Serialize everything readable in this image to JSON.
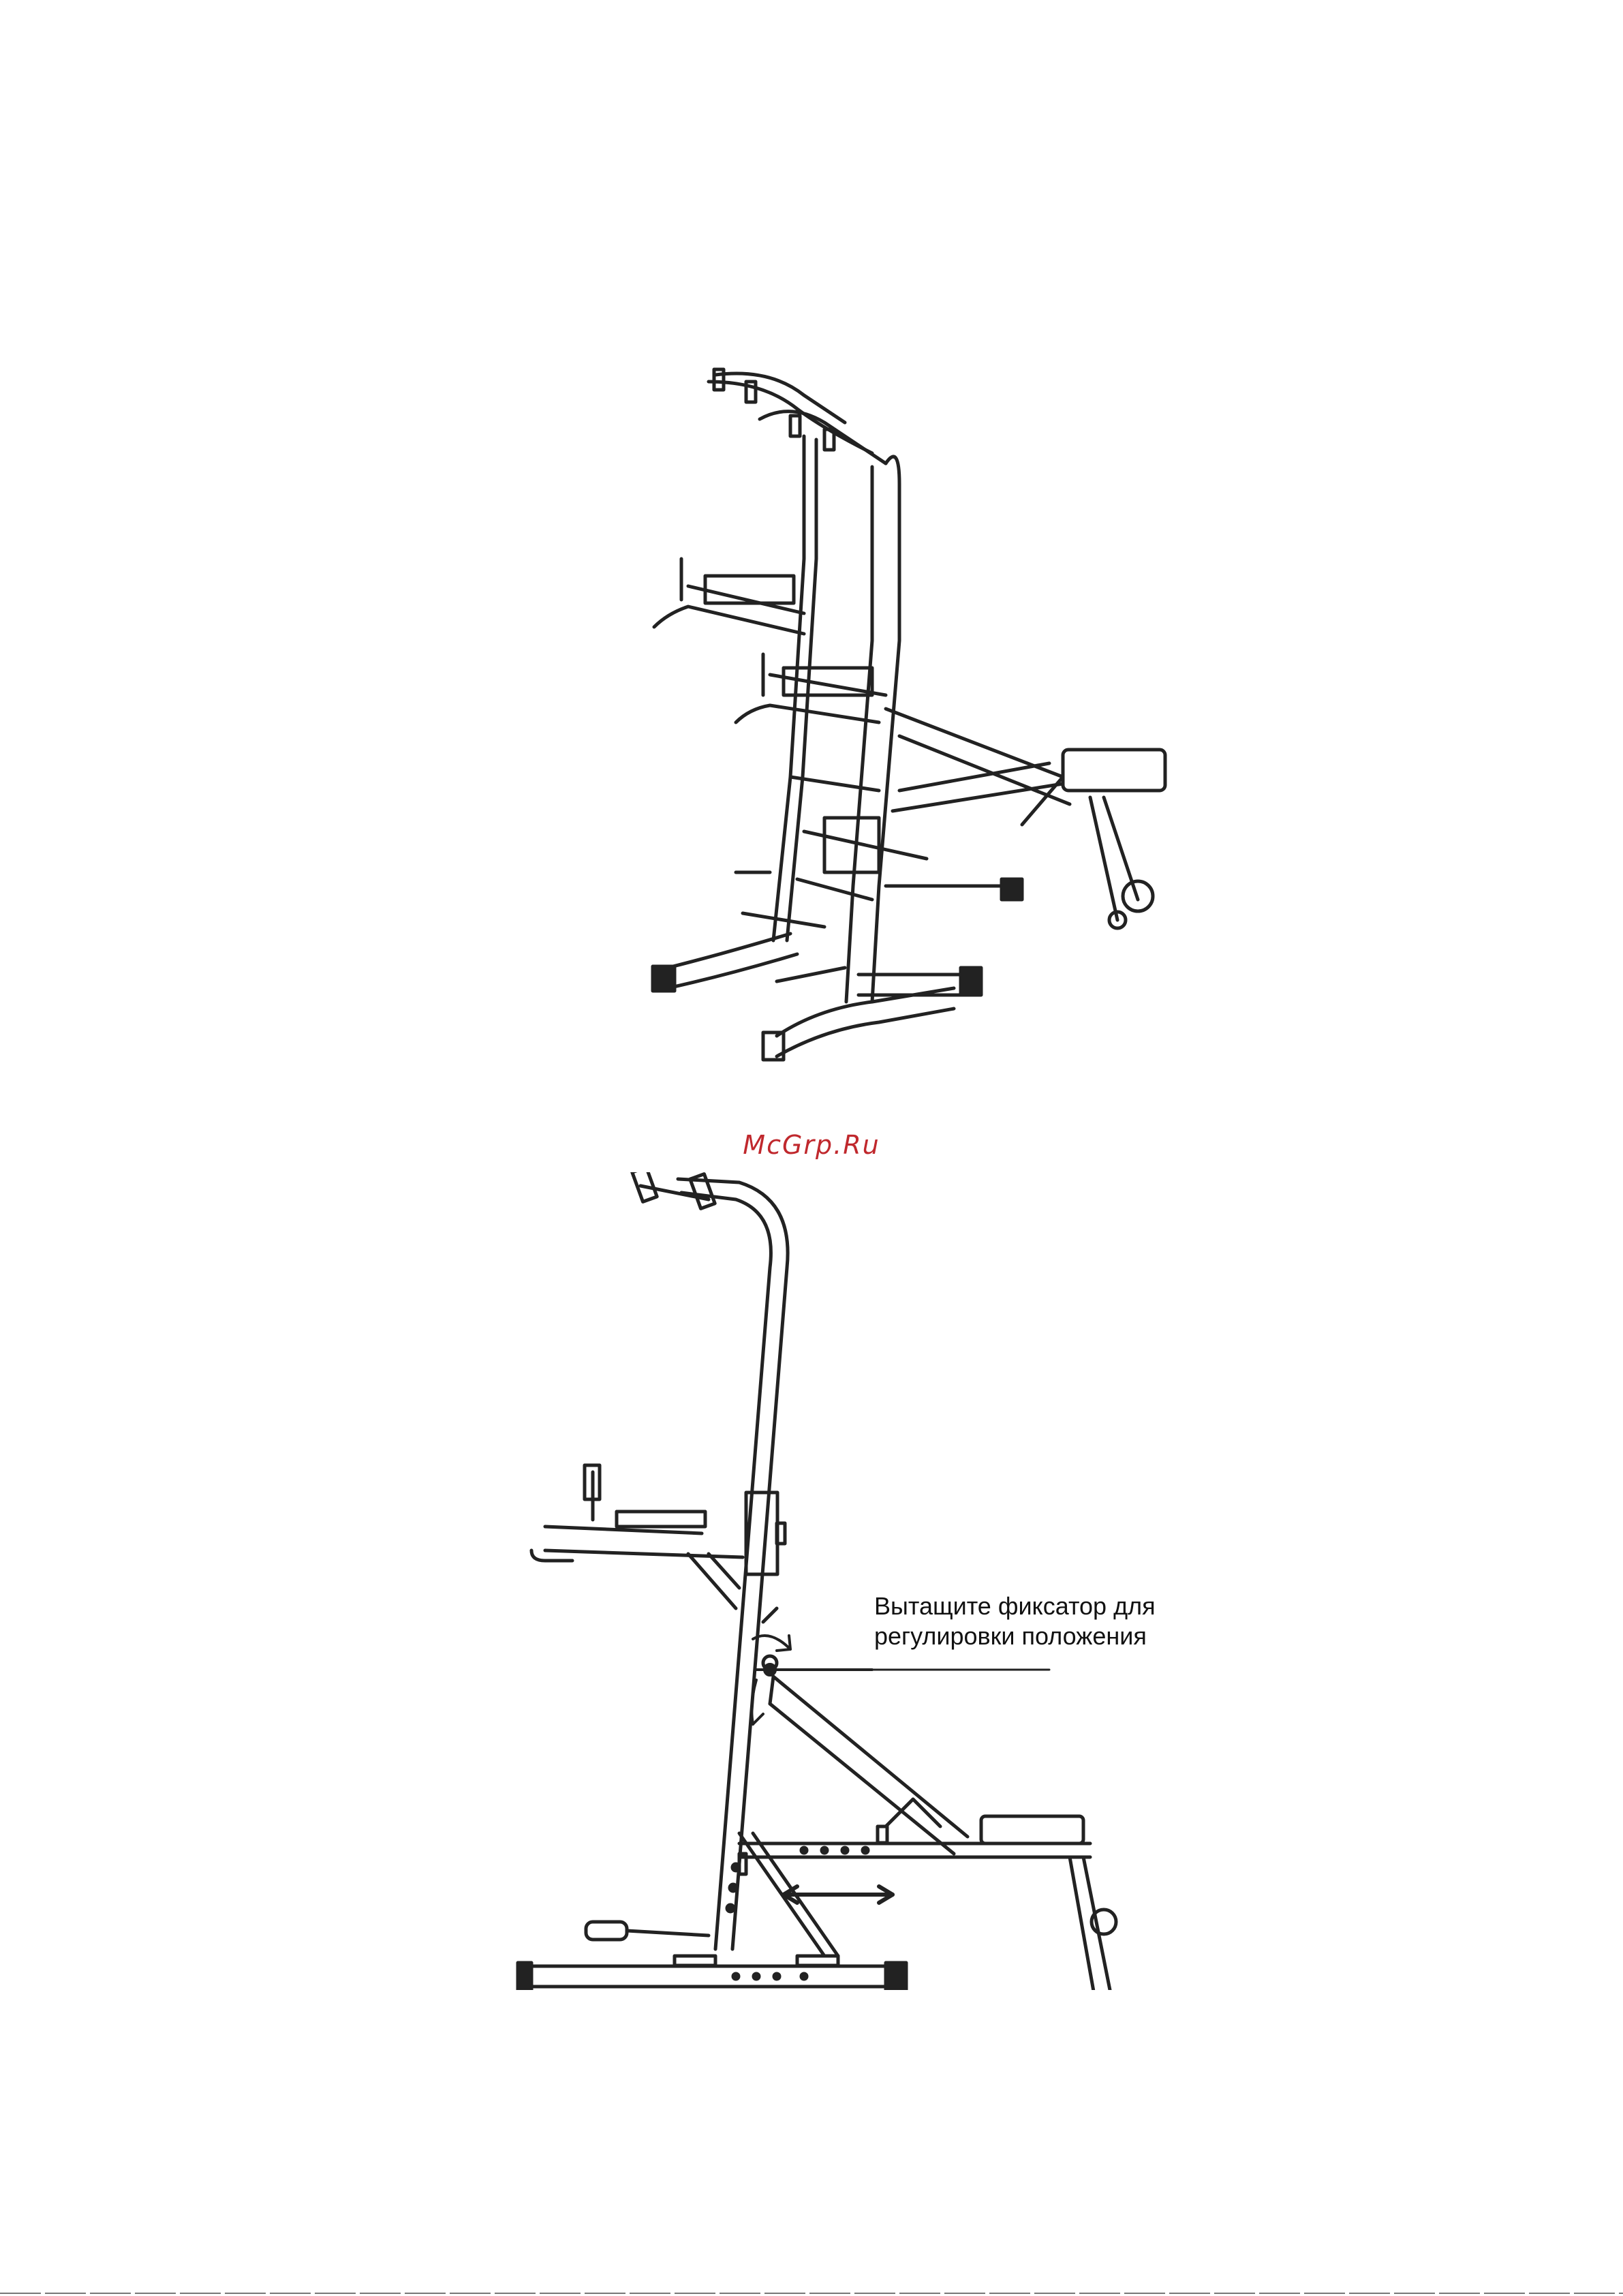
{
  "watermark": {
    "text": "McGrp.Ru",
    "color": "#c0282d"
  },
  "callout": {
    "line1": "Вытащите фиксатор для",
    "line2": "регулировки положения"
  },
  "figures": {
    "top": {
      "icon": "power-tower-perspective-drawing"
    },
    "side": {
      "icon": "power-tower-side-view-drawing"
    }
  }
}
